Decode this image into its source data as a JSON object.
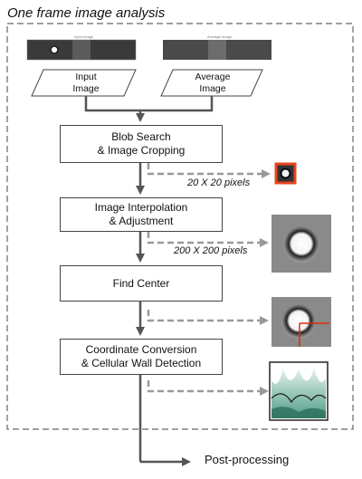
{
  "title": "One frame image analysis",
  "inputs": [
    {
      "label": "Input\nImage",
      "strip_caption": "Input Image"
    },
    {
      "label": "Average\nImage",
      "strip_caption": "Average Image"
    }
  ],
  "steps": [
    {
      "label": "Blob Search\n& Image Cropping"
    },
    {
      "label": "Image Interpolation\n& Adjustment"
    },
    {
      "label": "Find Center"
    },
    {
      "label": "Coordinate Conversion\n& Cellular Wall Detection"
    }
  ],
  "size_labels": [
    "20 X 20 pixels",
    "200 X 200 pixels"
  ],
  "output_label": "Post-processing",
  "colors": {
    "crop_border": "#e8441c",
    "marker": "#e02a10",
    "surface": "#7bbfa8"
  }
}
